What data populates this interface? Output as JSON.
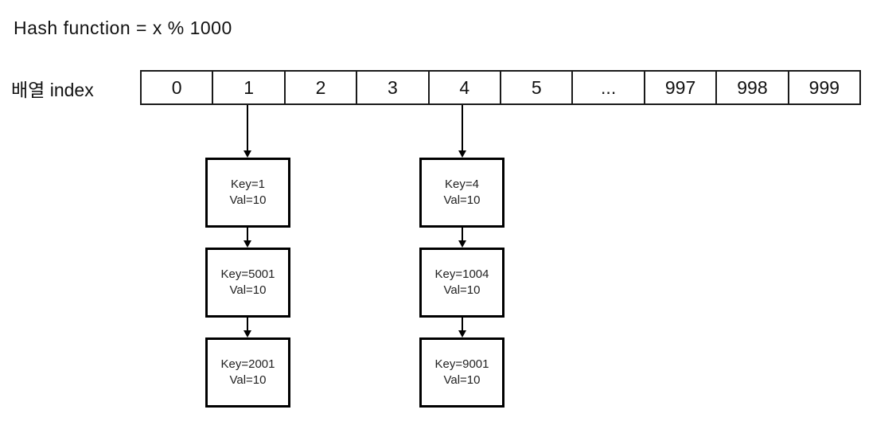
{
  "title": "Hash function = x % 1000",
  "array": {
    "label": "배열 index",
    "cells": [
      "0",
      "1",
      "2",
      "3",
      "4",
      "5",
      "...",
      "997",
      "998",
      "999"
    ]
  },
  "chains": [
    {
      "from_index": "1",
      "nodes": [
        {
          "key": "Key=1",
          "val": "Val=10"
        },
        {
          "key": "Key=5001",
          "val": "Val=10"
        },
        {
          "key": "Key=2001",
          "val": "Val=10"
        }
      ]
    },
    {
      "from_index": "4",
      "nodes": [
        {
          "key": "Key=4",
          "val": "Val=10"
        },
        {
          "key": "Key=1004",
          "val": "Val=10"
        },
        {
          "key": "Key=9001",
          "val": "Val=10"
        }
      ]
    }
  ],
  "colors": {
    "background": "#ffffff",
    "line": "#000000",
    "text": "#111111"
  }
}
